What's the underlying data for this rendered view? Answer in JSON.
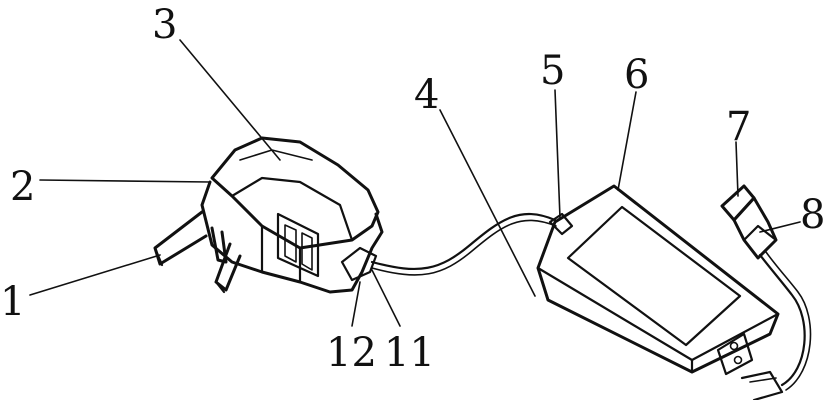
{
  "labels": {
    "l1": "1",
    "l2": "2",
    "l3": "3",
    "l4": "4",
    "l5": "5",
    "l6": "6",
    "l7": "7",
    "l8": "8",
    "l11": "11",
    "l12": "12"
  },
  "colors": {
    "ink": "#111111",
    "paper": "#ffffff"
  }
}
